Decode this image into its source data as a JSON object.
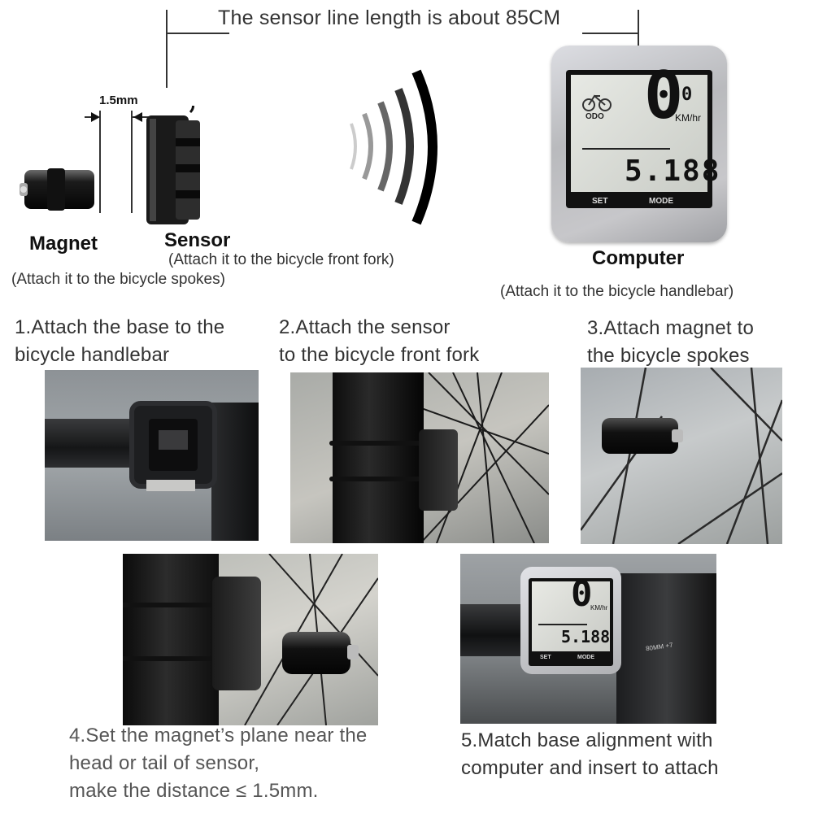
{
  "header": {
    "sensor_line_text": "The sensor line length is about 85CM",
    "gap_label": "1.5mm"
  },
  "parts": {
    "magnet": {
      "name": "Magnet",
      "note": "(Attach it to the bicycle spokes)"
    },
    "sensor": {
      "name": "Sensor",
      "note": "(Attach it to the bicycle front fork)"
    },
    "computer": {
      "name": "Computer",
      "note": "(Attach it to the bicycle handlebar)"
    }
  },
  "display": {
    "speed": "0",
    "speed_small": "0",
    "unit": "KM/hr",
    "odo_label": "ODO",
    "distance": "5.188",
    "set_label": "SET",
    "mode_label": "MODE",
    "stem_text": "80MM +7"
  },
  "steps": [
    {
      "line1": "1.Attach the base to the",
      "line2": "bicycle handlebar"
    },
    {
      "line1": "2.Attach the  sensor",
      "line2": "to the bicycle front fork"
    },
    {
      "line1": "3.Attach magnet to",
      "line2": "the bicycle spokes"
    },
    {
      "line1": "4.Set the magnet’s plane near the",
      "line2": "head or tail of sensor,",
      "line3": "make the distance ≤ 1.5mm."
    },
    {
      "line1": "5.Match base alignment with",
      "line2": "computer and insert to attach"
    }
  ]
}
